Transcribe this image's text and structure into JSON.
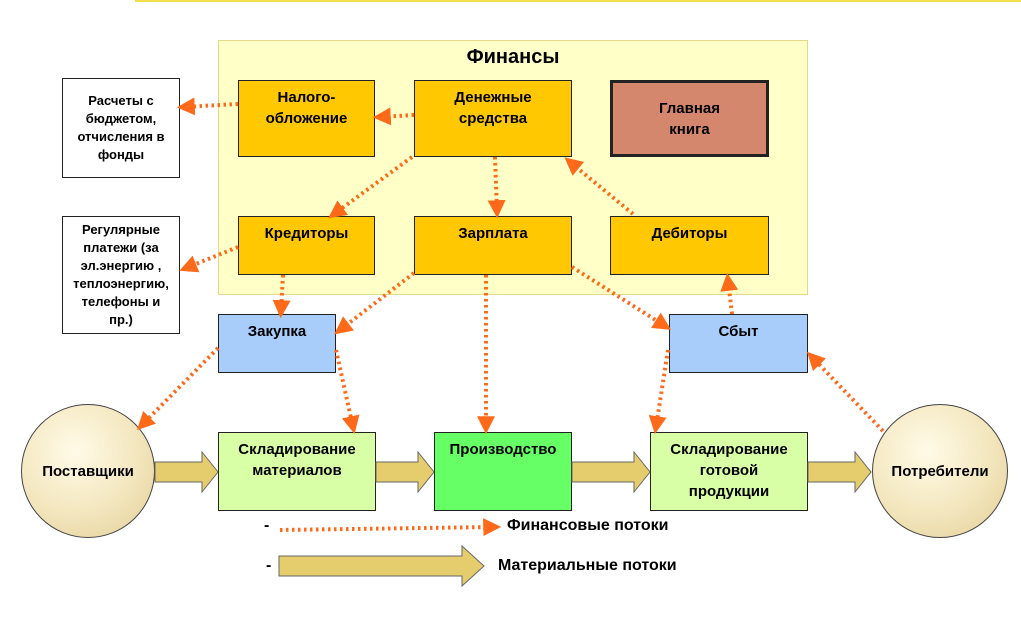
{
  "finance": {
    "title": "Финансы"
  },
  "boxes": {
    "tax": "Налого-\nобложение",
    "cash": "Денежные\nсредства",
    "ledger": "Главная\nкнига",
    "creditors": "Кредиторы",
    "salary": "Зарплата",
    "debtors": "Дебиторы",
    "purchase": "Закупка",
    "sales": "Сбыт",
    "materials_storage": "Складирование\nматериалов",
    "production": "Производство",
    "products_storage": "Складирование\nготовой\nпродукции"
  },
  "notes": {
    "budget": "Расчеты с\nбюджетом,\nотчисления  в\nфонды",
    "payments": "Регулярные\nплатежи (за\nэл.энергию ,\nтеплоэнергию,\nтелефоны и\nпр.)"
  },
  "circles": {
    "suppliers": "Поставщики",
    "consumers": "Потребители"
  },
  "legend": {
    "dash": "-",
    "financial": "Финансовые потоки",
    "material": "Материальные потоки"
  },
  "colors": {
    "finance_panel": "#ffffc8",
    "finance_box": "#ffc800",
    "ledger": "#d4876d",
    "process_blue": "#a8cdfb",
    "storage_green": "#d9ffa6",
    "production_green": "#66ff66",
    "financial_flow": "#ff6a1a",
    "material_flow": "#e5cd6e"
  }
}
